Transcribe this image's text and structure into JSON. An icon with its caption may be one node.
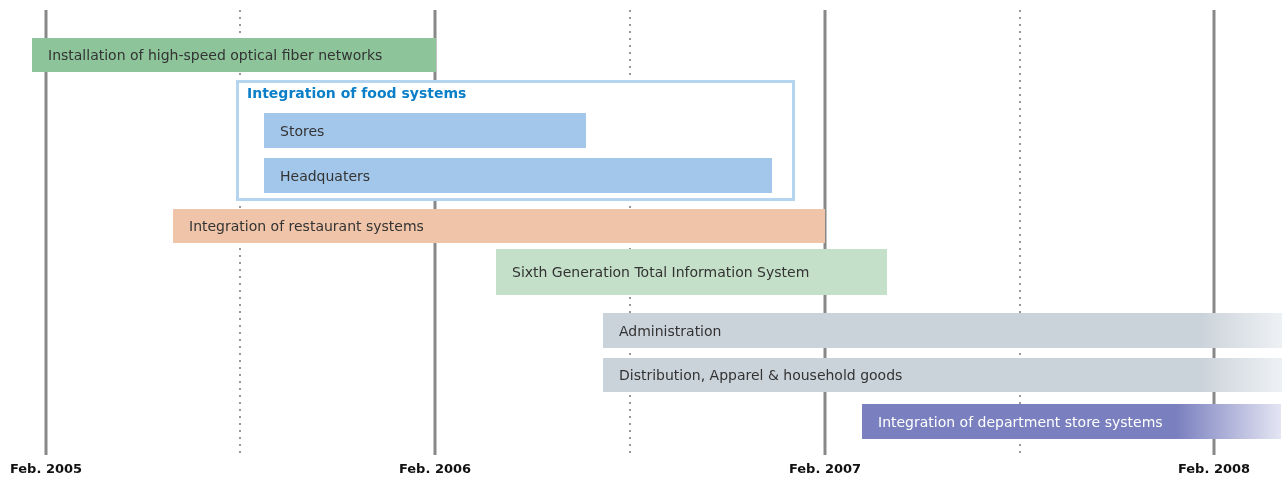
{
  "diagram": {
    "nodes": [
      {
        "text": [
          "Installation of high-speed optical fiber networks"
        ]
      },
      {
        "text": [
          "Integration of food systems"
        ]
      },
      {
        "text": [
          "Stores"
        ],
        "in": 1
      },
      {
        "text": [
          "Headquaters"
        ],
        "in": 1
      },
      {
        "text": [
          "Integration of restaurant systems"
        ]
      },
      {
        "text": [
          "Sixth Generation Total Information System"
        ]
      },
      {
        "text": [
          "Administration"
        ]
      },
      {
        "text": [
          "Distribution, Apparel & household goods"
        ]
      },
      {
        "text": [
          "Integration of department store systems"
        ]
      }
    ],
    "labels": [
      "Feb. 2005",
      "Feb. 2006",
      "Feb. 2007",
      "Feb. 2008"
    ]
  }
}
